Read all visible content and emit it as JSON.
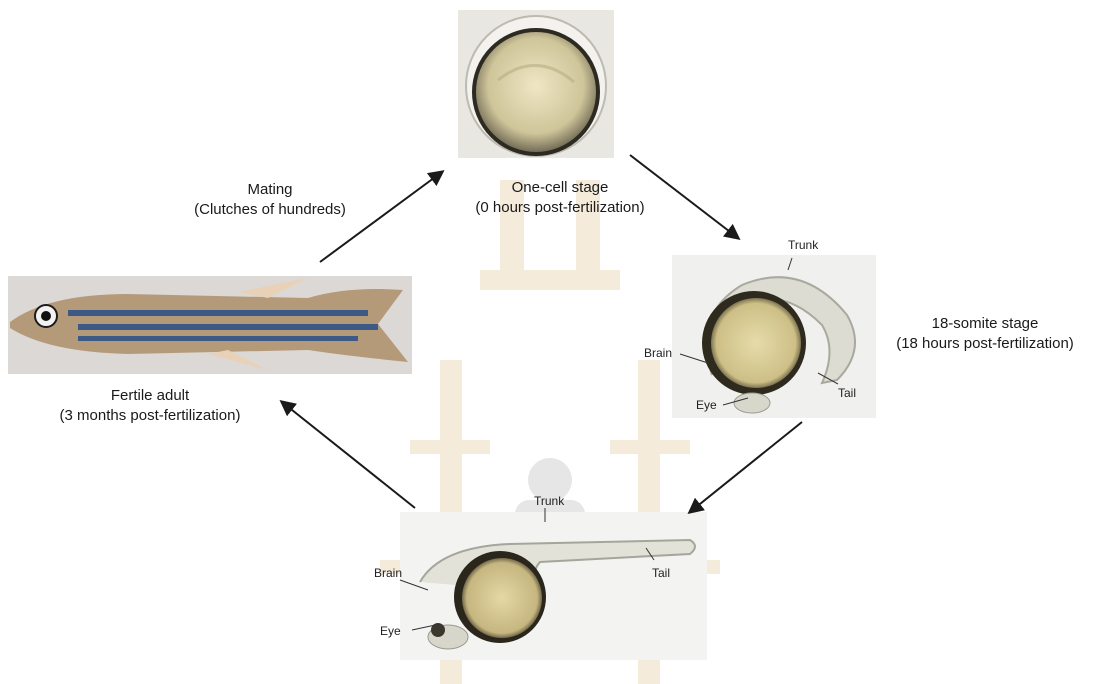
{
  "stages": {
    "one_cell": {
      "title": "One-cell stage",
      "subtitle": "(0 hours post-fertilization)"
    },
    "somite": {
      "title": "18-somite stage",
      "subtitle": "(18 hours post-fertilization)",
      "annotations": {
        "trunk": "Trunk",
        "brain": "Brain",
        "eye": "Eye",
        "tail": "Tail"
      }
    },
    "larva": {
      "annotations": {
        "trunk": "Trunk",
        "brain": "Brain",
        "eye": "Eye",
        "tail": "Tail"
      }
    },
    "adult": {
      "title": "Fertile adult",
      "subtitle": "(3 months post-fertilization)"
    }
  },
  "transitions": {
    "mating": {
      "title": "Mating",
      "subtitle": "(Clutches of hundreds)"
    }
  },
  "colors": {
    "yolk": "#d9cfa3",
    "embryo_body": "#dcdcd2",
    "egg_background": "#e9e7e2",
    "fish_stripe": "#3d5a86",
    "watermark": "#e3c89a",
    "arrow": "#1a1a1a"
  }
}
